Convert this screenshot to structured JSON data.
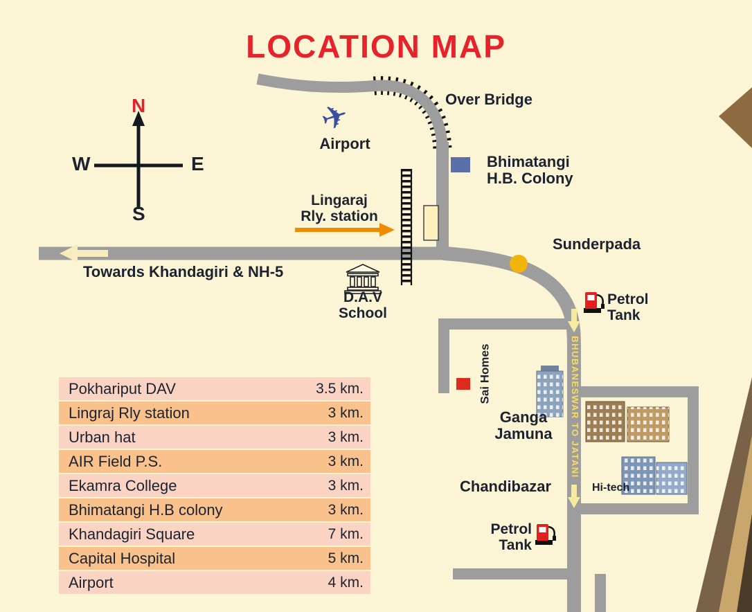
{
  "title": "LOCATION MAP",
  "compass": {
    "north": "N",
    "south": "S",
    "east": "E",
    "west": "W"
  },
  "labels": {
    "airport": "Airport",
    "over_bridge": "Over Bridge",
    "bhimatangi_l1": "Bhimatangi",
    "bhimatangi_l2": "H.B. Colony",
    "lingaraj_l1": "Lingaraj",
    "lingaraj_l2": "Rly. station",
    "towards_khandagiri": "Towards Khandagiri & NH-5",
    "sunderpada": "Sunderpada",
    "dav_l1": "D.A.V",
    "dav_l2": "School",
    "petrol_top_l1": "Petrol",
    "petrol_top_l2": "Tank",
    "sai_homes": "Sai Homes",
    "ganga_l1": "Ganga",
    "ganga_l2": "Jamuna",
    "road_bhubaneswar_jatani": "BHUBANESWAR TO JATANI",
    "chandibazar": "Chandibazar",
    "hitech": "Hi-tech",
    "petrol_bottom_l1": "Petrol",
    "petrol_bottom_l2": "Tank"
  },
  "icons": {
    "airplane_glyph": "✈",
    "petrol_pump": "fuel-pump-shape",
    "school": "classical-building-shape",
    "compass_rose": "cross-with-north-arrow",
    "junction_dot": "yellow-circle",
    "railway": "hatched-track",
    "over_bridge": "dashed-hatched-road"
  },
  "distance_table": {
    "rows": [
      {
        "place": "Pokhariput DAV",
        "distance": "3.5 km."
      },
      {
        "place": "Lingraj Rly station",
        "distance": "3 km."
      },
      {
        "place": "Urban hat",
        "distance": "3 km."
      },
      {
        "place": "AIR Field P.S.",
        "distance": "3 km."
      },
      {
        "place": "Ekamra College",
        "distance": "3 km."
      },
      {
        "place": "Bhimatangi  H.B colony",
        "distance": "3 km."
      },
      {
        "place": "Khandagiri Square",
        "distance": "7 km."
      },
      {
        "place": "Capital Hospital",
        "distance": "5 km."
      },
      {
        "place": "Airport",
        "distance": "4 km."
      }
    ]
  },
  "colors": {
    "background_cream": "#FBF4D5",
    "title_red": "#E6232B",
    "road_gray": "#9D9D9D",
    "text_navy": "#1B2230",
    "junction_yellow": "#F2B40B",
    "road_label_yellow": "#F8DC66",
    "table_row_pink": "#FBD3C2",
    "table_row_orange": "#F9C28C",
    "colony_square_blue": "#5A6FA8",
    "sai_homes_red": "#DD2A1C",
    "pump_red": "#E4201F",
    "airplane_blue": "#3A4FA0"
  }
}
